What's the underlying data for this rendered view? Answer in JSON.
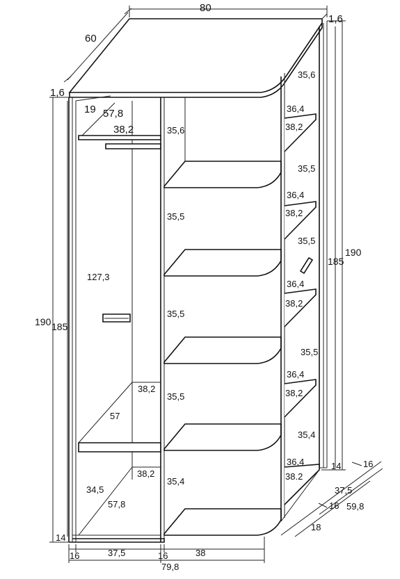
{
  "diagram": {
    "dimensions": {
      "top_width": "80",
      "top_depth": "60",
      "top_thickness_left": "1,6",
      "top_thickness_right": "1,6",
      "height_left_outer": "190",
      "height_left_inner": "185",
      "height_right_outer": "190",
      "height_right_inner": "185",
      "left_bay_top_depth": "19",
      "left_bay_top_diag": "57,8",
      "left_top_shelf": "38,2",
      "left_hanging_height": "127,3",
      "left_lower_shelf": "38,2",
      "left_lower_gap": "57",
      "left_bottom_shelf": "38,2",
      "left_bottom_gap": "34,5",
      "left_bottom_diag": "57,8",
      "plinth_left": "14",
      "plinth_right": "14",
      "middle_gaps": [
        "35,6",
        "35,5",
        "35,5",
        "35,5",
        "35,4"
      ],
      "right_gaps": [
        "35,6",
        "35,5",
        "35,5",
        "35,5",
        "35,4"
      ],
      "right_shelf_depths": [
        "36,4",
        "36,4",
        "36,4",
        "36,4",
        "36,4"
      ],
      "right_shelf_widths": [
        "38,2",
        "38,2",
        "38,2",
        "38,2",
        "38.2"
      ],
      "bottom_panel_left": "16",
      "bottom_left_bay": "37,5",
      "bottom_panel_mid": "16",
      "bottom_right_bay": "38",
      "bottom_total": "79,8",
      "side_panel_top": "16",
      "side_depth_a": "37,5",
      "side_panel_mid": "16",
      "side_depth_total": "59,8",
      "side_bottom": "18"
    }
  }
}
